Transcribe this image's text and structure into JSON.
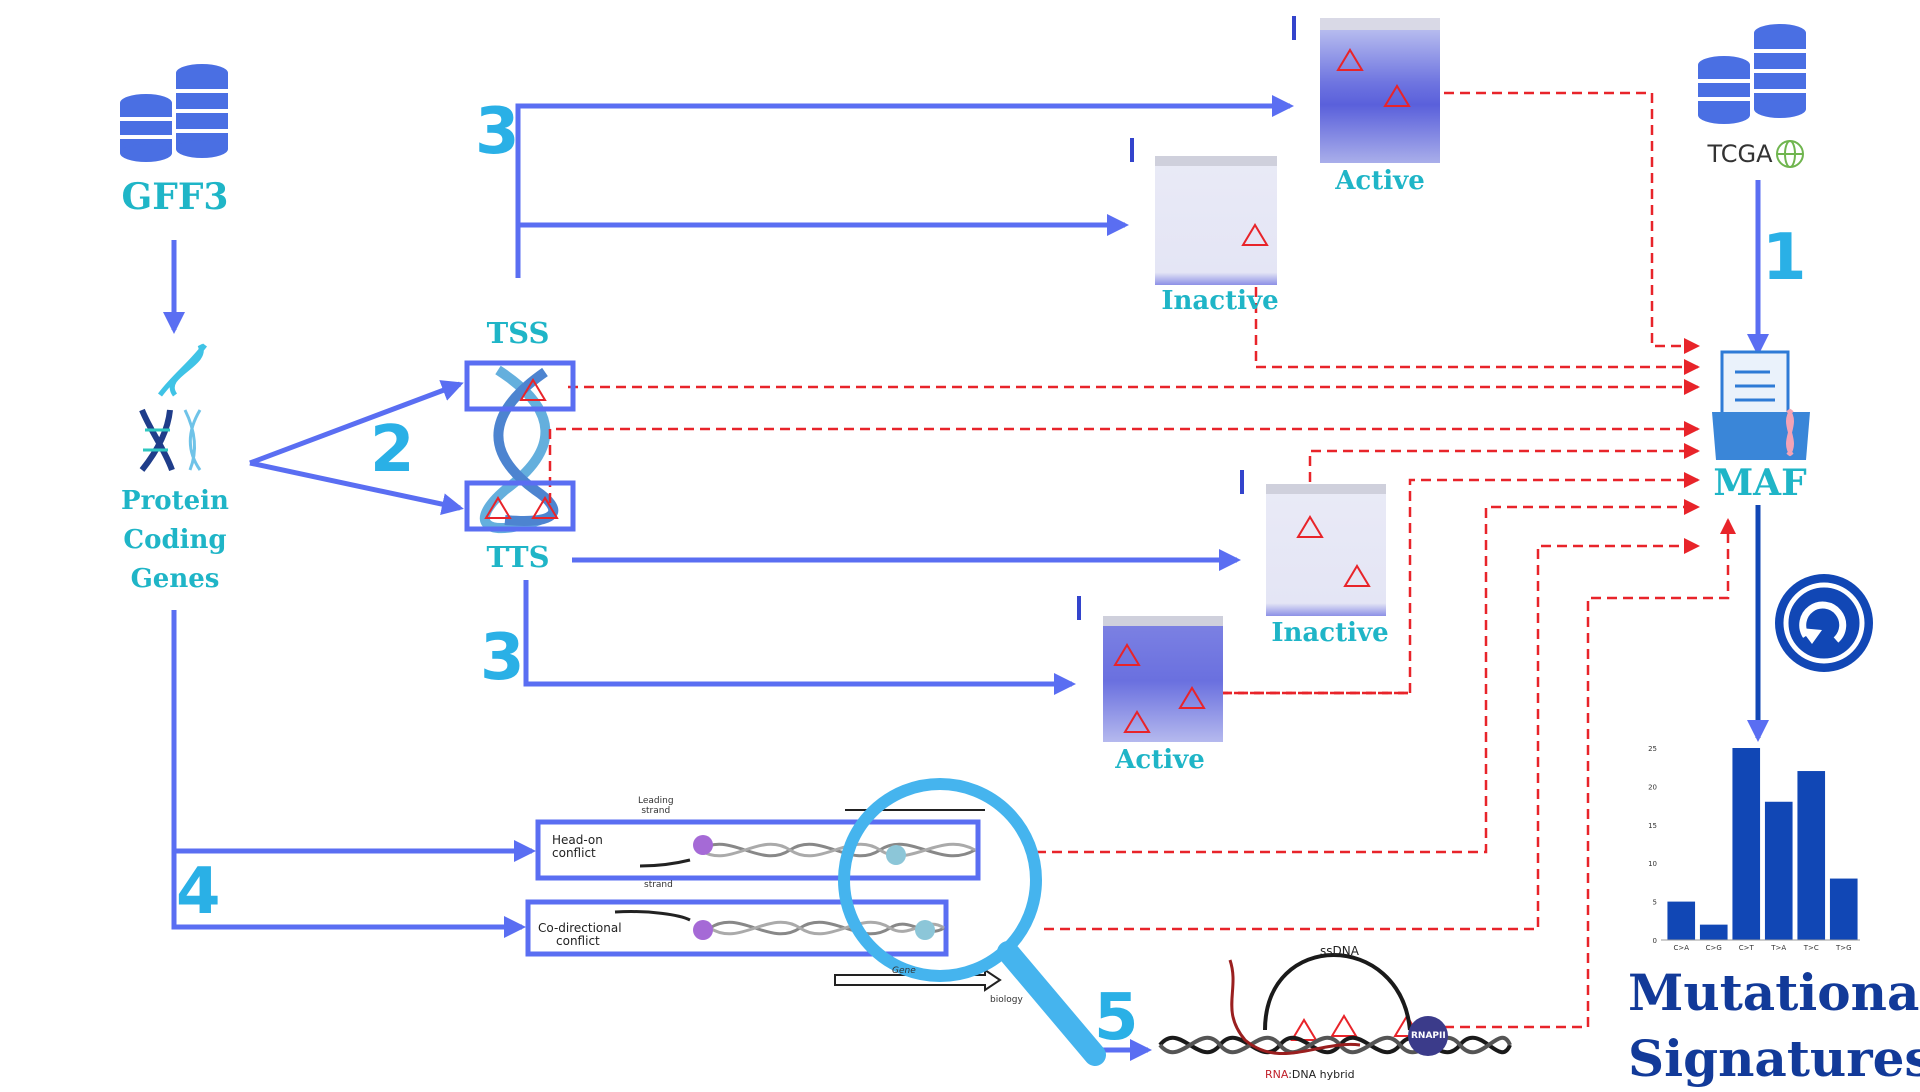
{
  "labels": {
    "gff3": "GFF3",
    "tcga": "TCGA",
    "protein_coding_genes": [
      "Protein",
      "Coding",
      "Genes"
    ],
    "tss": "TSS",
    "tts": "TTS",
    "active_top": "Active",
    "inactive_top": "Inactive",
    "inactive_mid": "Inactive",
    "active_bottom": "Active",
    "maf": "MAF",
    "mutational_signatures": [
      "Mutational",
      "Signatures"
    ]
  },
  "steps": [
    "1",
    "2",
    "3",
    "3",
    "4",
    "5"
  ],
  "conflicts": {
    "head_on": [
      "Head-on",
      "conflict"
    ],
    "co_directional": [
      "Co-directional",
      "conflict"
    ],
    "leading_strand": [
      "Leading",
      "strand"
    ],
    "lagging_strand": "strand",
    "gene": "Gene",
    "biology_fragment": "biology"
  },
  "rloop": {
    "ssdna": "ssDNA",
    "rnap": "RNAPII",
    "hybrid_rna": "RNA",
    "hybrid_rest": ":DNA hybrid"
  },
  "colors": {
    "arrow_blue": "#5a6ef2",
    "dashed_red": "#e8242a",
    "label_teal": "#1fb5c7",
    "signature_navy": "#123a99",
    "bar_blue": "#1147b5"
  },
  "chart_data": {
    "type": "bar",
    "categories": [
      "C>A",
      "C>G",
      "C>T",
      "T>A",
      "T>C",
      "T>G"
    ],
    "values": [
      5,
      2,
      25,
      18,
      22,
      8
    ],
    "yticks": [
      0,
      5,
      10,
      15,
      20,
      25
    ],
    "ylim": [
      0,
      25
    ],
    "title": "",
    "xlabel": "",
    "ylabel": ""
  }
}
